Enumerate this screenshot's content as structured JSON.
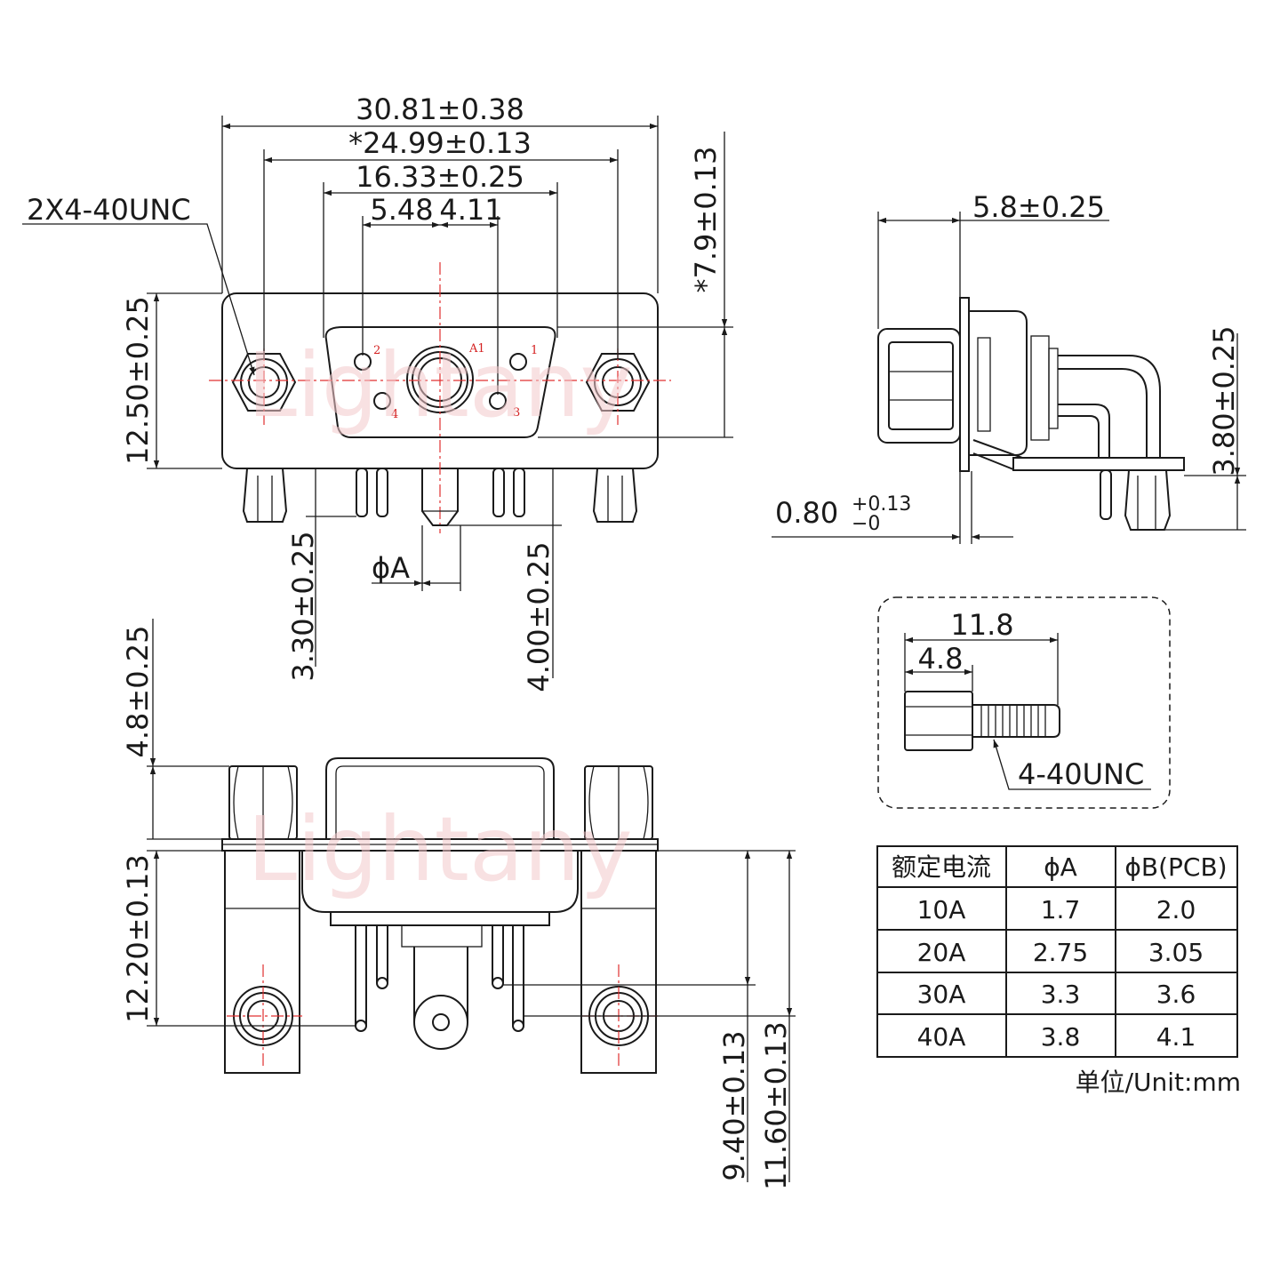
{
  "watermark": "Lightany",
  "front_view": {
    "dims": {
      "overall_width": "30.81±0.38",
      "hole_spacing": "*24.99±0.13",
      "shell_width": "16.33±0.25",
      "pitch_left": "5.48",
      "pitch_right": "4.11",
      "thread_note": "2X4-40UNC",
      "flange_height": "12.50±0.25",
      "height_right": "*7.9±0.13",
      "pin_length_left": "3.30±0.25",
      "pin_length_right": "4.00±0.25",
      "phi_a": "ϕA"
    },
    "pin_labels": [
      "2",
      "A1",
      "1",
      "4",
      "3"
    ]
  },
  "side_view": {
    "dims": {
      "depth": "5.8±0.25",
      "thickness_base": "0.80",
      "thickness_tol_upper": "+0.13",
      "thickness_tol_lower": "−0",
      "board_height": "3.80±0.25"
    }
  },
  "screw_detail": {
    "dims": {
      "total": "11.8",
      "head": "4.8"
    },
    "thread": "4-40UNC"
  },
  "bottom_view": {
    "dims": {
      "hex_height": "4.8±0.25",
      "body_depth": "12.20±0.13",
      "row1": "9.40±0.13",
      "row2": "11.60±0.13"
    }
  },
  "table": {
    "headers": [
      "额定电流",
      "ϕA",
      "ϕB(PCB)"
    ],
    "rows": [
      [
        "10A",
        "1.7",
        "2.0"
      ],
      [
        "20A",
        "2.75",
        "3.05"
      ],
      [
        "30A",
        "3.3",
        "3.6"
      ],
      [
        "40A",
        "3.8",
        "4.1"
      ]
    ]
  },
  "unit_note": "单位/Unit:mm"
}
